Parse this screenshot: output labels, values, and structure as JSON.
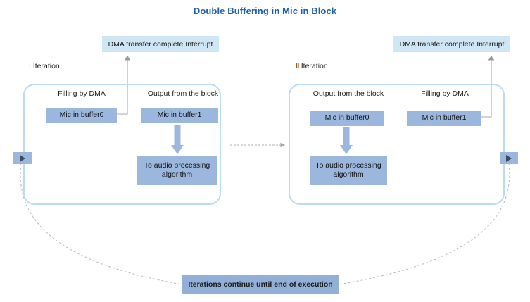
{
  "title": "Double Buffering in Mic in Block",
  "colors": {
    "title": "#1f5fa9",
    "interrupt_box": "#cfe7f5",
    "buffer_box": "#9bb7dd",
    "loop_box": "#92b0d7",
    "block_border": "#b9dcf2",
    "arrow_blue": "#9bb7dd",
    "dashed_gray": "#b0b0b0",
    "numeral_two": "#a0522d"
  },
  "iterations": [
    {
      "label": "I Iteration",
      "numeral": "I",
      "interrupt": "DMA transfer complete Interrupt",
      "columns": [
        {
          "caption": "Filling by DMA",
          "buffer": "Mic in buffer0"
        },
        {
          "caption": "Output from the block",
          "buffer": "Mic in buffer1"
        }
      ],
      "process": "To audio processing algorithm",
      "process_lines": [
        "To audio processing",
        "algorithm"
      ]
    },
    {
      "label": "II Iteration",
      "numeral": "II",
      "interrupt": "DMA transfer complete Interrupt",
      "columns": [
        {
          "caption": "Output from the block",
          "buffer": "Mic in buffer0"
        },
        {
          "caption": "Filling by DMA",
          "buffer": "Mic in buffer1"
        }
      ],
      "process": "To audio processing algorithm",
      "process_lines": [
        "To audio processing",
        "algorithm"
      ]
    }
  ],
  "loop_note": "Iterations continue until end of execution",
  "markers": {
    "left_icon": "play-triangle-icon",
    "right_icon": "play-triangle-icon"
  },
  "connectors": {
    "between_iterations": "dashed-arrow-right",
    "buffer_to_interrupt": "elbow-arrow-up",
    "buffer_to_process": "thick-arrow-down",
    "feedback_loop": "dashed-curve"
  }
}
